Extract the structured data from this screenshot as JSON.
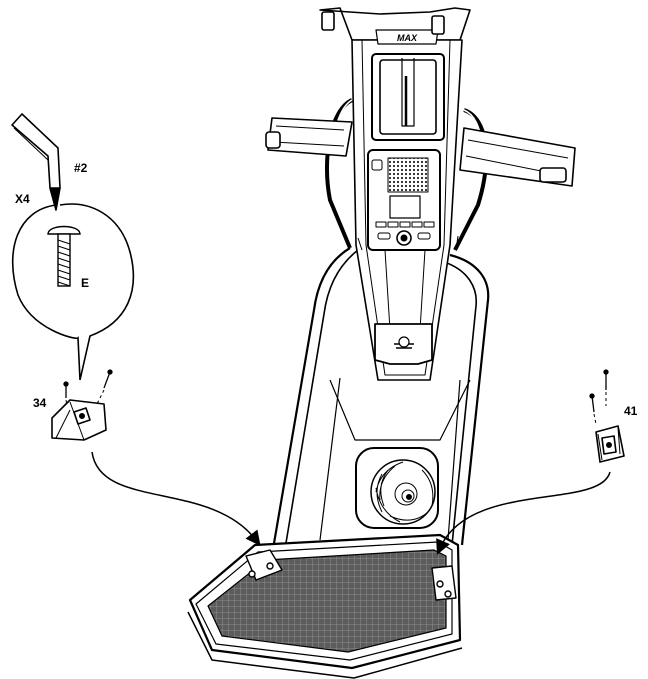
{
  "labels": {
    "quantity": "X4",
    "bit_size": "#2",
    "screw_letter": "E",
    "left_part_number": "34",
    "right_part_number": "41"
  },
  "brand_mark": "MAX",
  "icons": {
    "tool": "hex-key-icon",
    "fastener": "screw-icon",
    "arrows": "curved-arrow-icon"
  },
  "colors": {
    "line": "#000000",
    "background": "#ffffff",
    "mat": "#6a6a6a"
  }
}
